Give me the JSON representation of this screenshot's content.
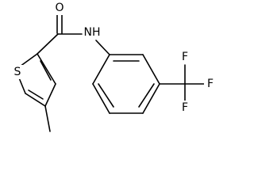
{
  "molecule": {
    "atoms": {
      "sulfur": "S",
      "oxygen": "O",
      "nitrogen_hydrogen": "NH",
      "fluorine_top": "F",
      "fluorine_right": "F",
      "fluorine_bottom": "F"
    }
  },
  "colors": {
    "bond": "#000000",
    "background": "#ffffff"
  }
}
